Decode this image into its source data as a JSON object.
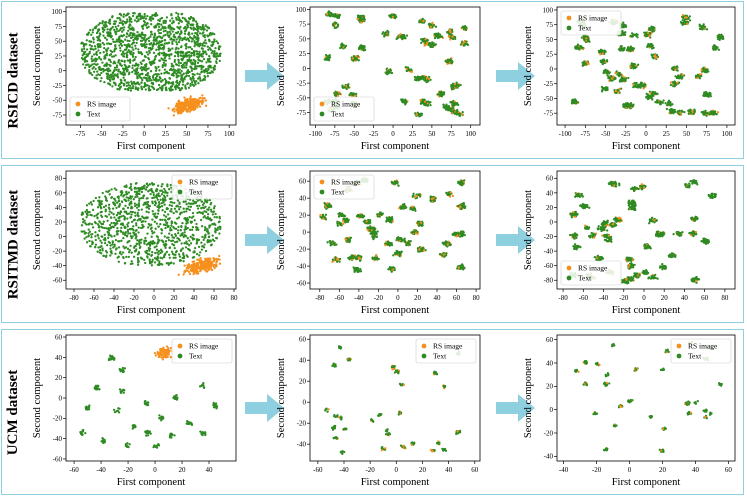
{
  "rows": [
    {
      "label": "RSICD dataset"
    },
    {
      "label": "RSITMD dataset"
    },
    {
      "label": "UCM dataset"
    }
  ],
  "colors": {
    "rs_image": "#f5901e",
    "text": "#2e8b23",
    "frame": "#8fcfe0",
    "arrow": "#8ecfe0"
  },
  "chart_data": [
    {
      "type": "scatter",
      "row": 0,
      "col": 0,
      "xlabel": "First component",
      "ylabel": "Second component",
      "xlim": [
        -92,
        108
      ],
      "ylim": [
        -92,
        108
      ],
      "xticks": [
        -75,
        -50,
        -25,
        0,
        25,
        50,
        75,
        100
      ],
      "yticks": [
        -75,
        -50,
        -25,
        0,
        25,
        50,
        75,
        100
      ],
      "legend": "lower-left",
      "series": [
        {
          "name": "RS image"
        },
        {
          "name": "Text"
        }
      ]
    },
    {
      "type": "scatter",
      "row": 0,
      "col": 1,
      "xlabel": "First component",
      "ylabel": "Second component",
      "xlim": [
        -107,
        112
      ],
      "ylim": [
        -96,
        104
      ],
      "xticks": [
        -100,
        -75,
        -50,
        -25,
        0,
        25,
        50,
        75,
        100
      ],
      "yticks": [
        -75,
        -50,
        -25,
        0,
        25,
        50,
        75,
        100
      ],
      "legend": "lower-left",
      "series": [
        {
          "name": "RS image"
        },
        {
          "name": "Text"
        }
      ]
    },
    {
      "type": "scatter",
      "row": 0,
      "col": 2,
      "xlabel": "First component",
      "ylabel": "Second component",
      "xlim": [
        -110,
        110
      ],
      "ylim": [
        -95,
        105
      ],
      "xticks": [
        -100,
        -75,
        -50,
        -25,
        0,
        25,
        50,
        75,
        100
      ],
      "yticks": [
        -75,
        -50,
        -25,
        0,
        25,
        50,
        75,
        100
      ],
      "legend": "upper-left",
      "series": [
        {
          "name": "RS image"
        },
        {
          "name": "Text"
        }
      ]
    },
    {
      "type": "scatter",
      "row": 1,
      "col": 0,
      "xlabel": "First component",
      "ylabel": "Second component",
      "xlim": [
        -88,
        82
      ],
      "ylim": [
        -72,
        90
      ],
      "xticks": [
        -80,
        -60,
        -40,
        -20,
        0,
        20,
        40,
        60,
        80
      ],
      "yticks": [
        -60,
        -40,
        -20,
        0,
        20,
        40,
        60,
        80
      ],
      "legend": "upper-right",
      "series": [
        {
          "name": "RS image"
        },
        {
          "name": "Text"
        }
      ]
    },
    {
      "type": "scatter",
      "row": 1,
      "col": 1,
      "xlabel": "First component",
      "ylabel": "Second component",
      "xlim": [
        -90,
        84
      ],
      "ylim": [
        -67,
        72
      ],
      "xticks": [
        -80,
        -60,
        -40,
        -20,
        0,
        20,
        40,
        60,
        80
      ],
      "yticks": [
        -60,
        -40,
        -20,
        0,
        20,
        40,
        60
      ],
      "legend": "upper-left",
      "series": [
        {
          "name": "RS image"
        },
        {
          "name": "Text"
        }
      ]
    },
    {
      "type": "scatter",
      "row": 1,
      "col": 2,
      "xlabel": "First component",
      "ylabel": "Second component",
      "xlim": [
        -86,
        90
      ],
      "ylim": [
        -92,
        70
      ],
      "xticks": [
        -80,
        -60,
        -40,
        -20,
        0,
        20,
        40,
        60,
        80
      ],
      "yticks": [
        -80,
        -60,
        -40,
        -20,
        0,
        20,
        40,
        60
      ],
      "legend": "lower-left",
      "series": [
        {
          "name": "RS image"
        },
        {
          "name": "Text"
        }
      ]
    },
    {
      "type": "scatter",
      "row": 2,
      "col": 0,
      "xlabel": "First component",
      "ylabel": "Second component",
      "xlim": [
        -66,
        60
      ],
      "ylim": [
        -62,
        62
      ],
      "xticks": [
        -60,
        -40,
        -20,
        0,
        20,
        40
      ],
      "yticks": [
        -60,
        -40,
        -20,
        0,
        20,
        40,
        60
      ],
      "legend": "upper-right",
      "series": [
        {
          "name": "RS image"
        },
        {
          "name": "Text"
        }
      ]
    },
    {
      "type": "scatter",
      "row": 2,
      "col": 1,
      "xlabel": "First component",
      "ylabel": "Second component",
      "xlim": [
        -66,
        64
      ],
      "ylim": [
        -56,
        64
      ],
      "xticks": [
        -60,
        -40,
        -20,
        0,
        20,
        40,
        60
      ],
      "yticks": [
        -40,
        -20,
        0,
        20,
        40,
        60
      ],
      "legend": "upper-right",
      "series": [
        {
          "name": "RS image"
        },
        {
          "name": "Text"
        }
      ]
    },
    {
      "type": "scatter",
      "row": 2,
      "col": 2,
      "xlabel": "First component",
      "ylabel": "Second component",
      "xlim": [
        -44,
        64
      ],
      "ylim": [
        -44,
        64
      ],
      "xticks": [
        -40,
        -20,
        0,
        20,
        40,
        60
      ],
      "yticks": [
        -40,
        -20,
        0,
        20,
        40,
        60
      ],
      "legend": "upper-right",
      "series": [
        {
          "name": "RS image"
        },
        {
          "name": "Text"
        }
      ]
    }
  ]
}
